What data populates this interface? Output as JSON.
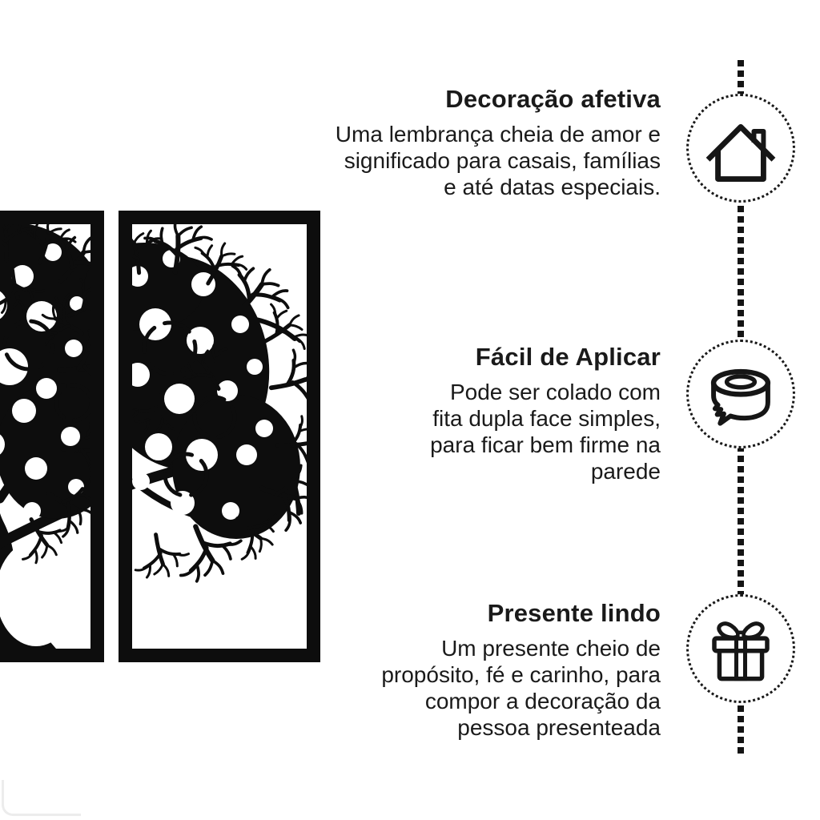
{
  "page": {
    "background": "#ffffff"
  },
  "artwork": {
    "name": "tree-silhouette-wall-art",
    "description_visible": "black framed tree silhouette panels",
    "panels_visible": 2,
    "color": "#0d0d0d"
  },
  "colors": {
    "text": "#1a1a1a",
    "art": "#0d0d0d",
    "rail": "#141414"
  },
  "features": [
    {
      "title": "Decoração afetiva",
      "lines": [
        "Uma lembrança cheia de amor e",
        "significado para casais, famílias",
        "e até datas especiais."
      ],
      "icon": "house-icon"
    },
    {
      "title": "Fácil de Aplicar",
      "lines": [
        "Pode ser colado com",
        "fita dupla face simples,",
        "para ficar bem firme na",
        "parede"
      ],
      "icon": "tape-icon"
    },
    {
      "title": "Presente lindo",
      "lines": [
        "Um presente cheio de",
        "propósito, fé e carinho, para",
        "compor a decoração da",
        "pessoa presenteada"
      ],
      "icon": "gift-icon"
    }
  ]
}
